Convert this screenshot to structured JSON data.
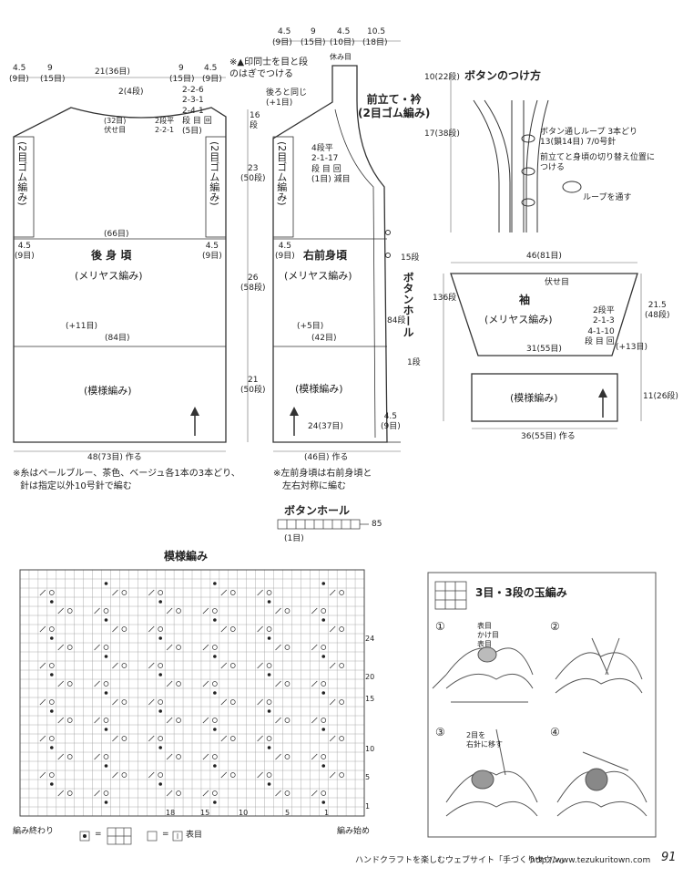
{
  "top_left_dims": [
    "4.5",
    "(9目)",
    "9",
    "(15目)",
    "21(36目)",
    "9",
    "(15目)",
    "4.5",
    "(9目)"
  ],
  "top_mid_dims": [
    "4.5",
    "(9目)",
    "9",
    "(15目)",
    "4.5",
    "(10目)",
    "10.5",
    "(18目)"
  ],
  "note_top": "※▲印同士を目と段\nのはぎでつける",
  "yasumi": "休み目",
  "back": {
    "title": "後 身 頃",
    "sub": "(メリヤス編み)",
    "rib": "(2目ゴム編み)",
    "pattern": "(模様編み)",
    "neck_rows": "2(4段)",
    "neck_cast": "(32目)\n伏せ目",
    "neck_shaping_l": "2段平\n2-2-1",
    "shoulder_shaping": "2-2-6\n2-3-1\n2-4-1\n段 目 回\n(5目)",
    "width_66": "(66目)",
    "width_84": "(84目)",
    "inc11": "(+11目)",
    "side_l": "4.5\n(9目)",
    "side_r": "4.5\n(9目)",
    "bottom": "48(73目) 作る"
  },
  "heights": [
    "16\n段",
    "23\n(50段)",
    "26\n(58段)",
    "21\n(50段)"
  ],
  "front": {
    "title": "右前身頃",
    "sub": "(メリヤス編み)",
    "rib": "(2目ゴム編み)",
    "pattern": "(模様編み)",
    "same_back": "後ろと同じ\n(+1目)",
    "collar": "前立て・衿\n(2目ゴム編み)",
    "shaping": "4段平\n2-1-17\n段 目 回\n(1目) 減目",
    "side": "4.5\n(9目)",
    "inc5": "(+5目)",
    "width_42": "(42目)",
    "bottom_24": "24(37目)",
    "bottom_46": "(46目) 作る",
    "band_rows": "15段",
    "band_84": "84段",
    "band_r": "4.5\n(9目)",
    "buttonhole_v": "ボタンホール",
    "buttonhole_rows": "1段"
  },
  "button_section": {
    "title": "ボタンのつけ方",
    "left_dims": "10(22段)",
    "left_dims2": "17(38段)",
    "loop_note": "ボタン通しループ 3本どり\n13(鎖14目) 7/0号針",
    "pos_note": "前立てと身頃の切り替え位置に\nつける",
    "thread_note": "ループを通す"
  },
  "sleeve": {
    "top": "46(81目)",
    "cast_off": "伏せ目",
    "title": "袖",
    "sub": "(メリヤス編み)",
    "shaping": "2段平\n2-1-3\n4-1-10\n段 目 回",
    "inc13": "(+13目)",
    "width_31": "31(55目)",
    "pattern": "(模様編み)",
    "bottom": "36(55目) 作る",
    "h1": "21.5\n(48段)",
    "h2": "11(26段)",
    "total": "136段"
  },
  "notes": [
    "※糸はペールブルー、茶色、ベージュ各1本の3本どり、",
    "針は指定以外10号針で編む",
    "※左前身頃は右前身頃と",
    "左右対称に編む"
  ],
  "buttonhole_chart": {
    "title": "ボタンホール",
    "note": "(1目)",
    "num": "85"
  },
  "pattern_chart": {
    "title": "模様編み",
    "end_label": "編み終わり",
    "start_label": "編み始め",
    "legend_eq": "=",
    "legend_omote": "表目",
    "row_nums": [
      "24",
      "20",
      "15",
      "10",
      "5",
      "1"
    ],
    "col_nums": [
      "18",
      "15",
      "10",
      "5",
      "1"
    ]
  },
  "bobble": {
    "title": "3目・3段の玉編み",
    "steps": [
      "①",
      "②",
      "③",
      "④"
    ],
    "step1_labels": "表目\nかけ目\n表目",
    "step3_label": "2目を\n右針に移す"
  },
  "footer": {
    "text": "ハンドクラフトを楽しむウェブサイト「手づくりタウン」",
    "url": "http://www.tezukuritown.com",
    "page": "91"
  }
}
